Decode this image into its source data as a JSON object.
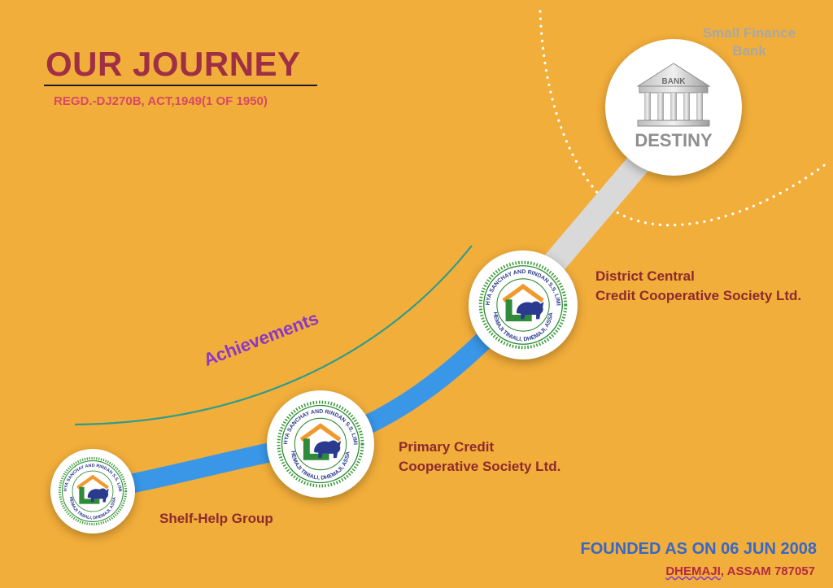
{
  "header": {
    "title": "OUR JOURNEY",
    "subtitle": "REGD.-DJ270B, ACT,1949(1 OF 1950)"
  },
  "achievements_label": "Achievements",
  "stages": [
    {
      "label_lines": [
        "Shelf-Help Group"
      ]
    },
    {
      "label_lines": [
        "Primary Credit",
        "Cooperative Society Ltd."
      ]
    },
    {
      "label_lines": [
        "District Central",
        "Credit Cooperative Society Ltd."
      ]
    }
  ],
  "destination": {
    "goal_lines": [
      "Small Finance",
      "Bank"
    ],
    "label": "DESTINY",
    "icon_text": "BANK"
  },
  "logo": {
    "ring_top": "LAKHYA SANCHAY AND RINDAN S.S. LIMITED",
    "ring_bottom": "DHEMAJI TINIALI, DHEMAJI, ASSAM"
  },
  "footer": {
    "founded": "FOUNDED AS ON 06 JUN 2008",
    "city": "DHEMAJI",
    "location_rest": ", ASSAM 787057"
  },
  "colors": {
    "background": "#F2AE3A",
    "title": "#9E2F45",
    "path_blue": "#3A97E8",
    "path_grey": "#D9D9D9",
    "achievement_arc": "#2E9C8E",
    "achievements_text": "#8A38C6",
    "founded_text": "#3668C9"
  },
  "icons": {
    "logo": "cooperative-logo-icon",
    "bank": "bank-building-icon"
  }
}
